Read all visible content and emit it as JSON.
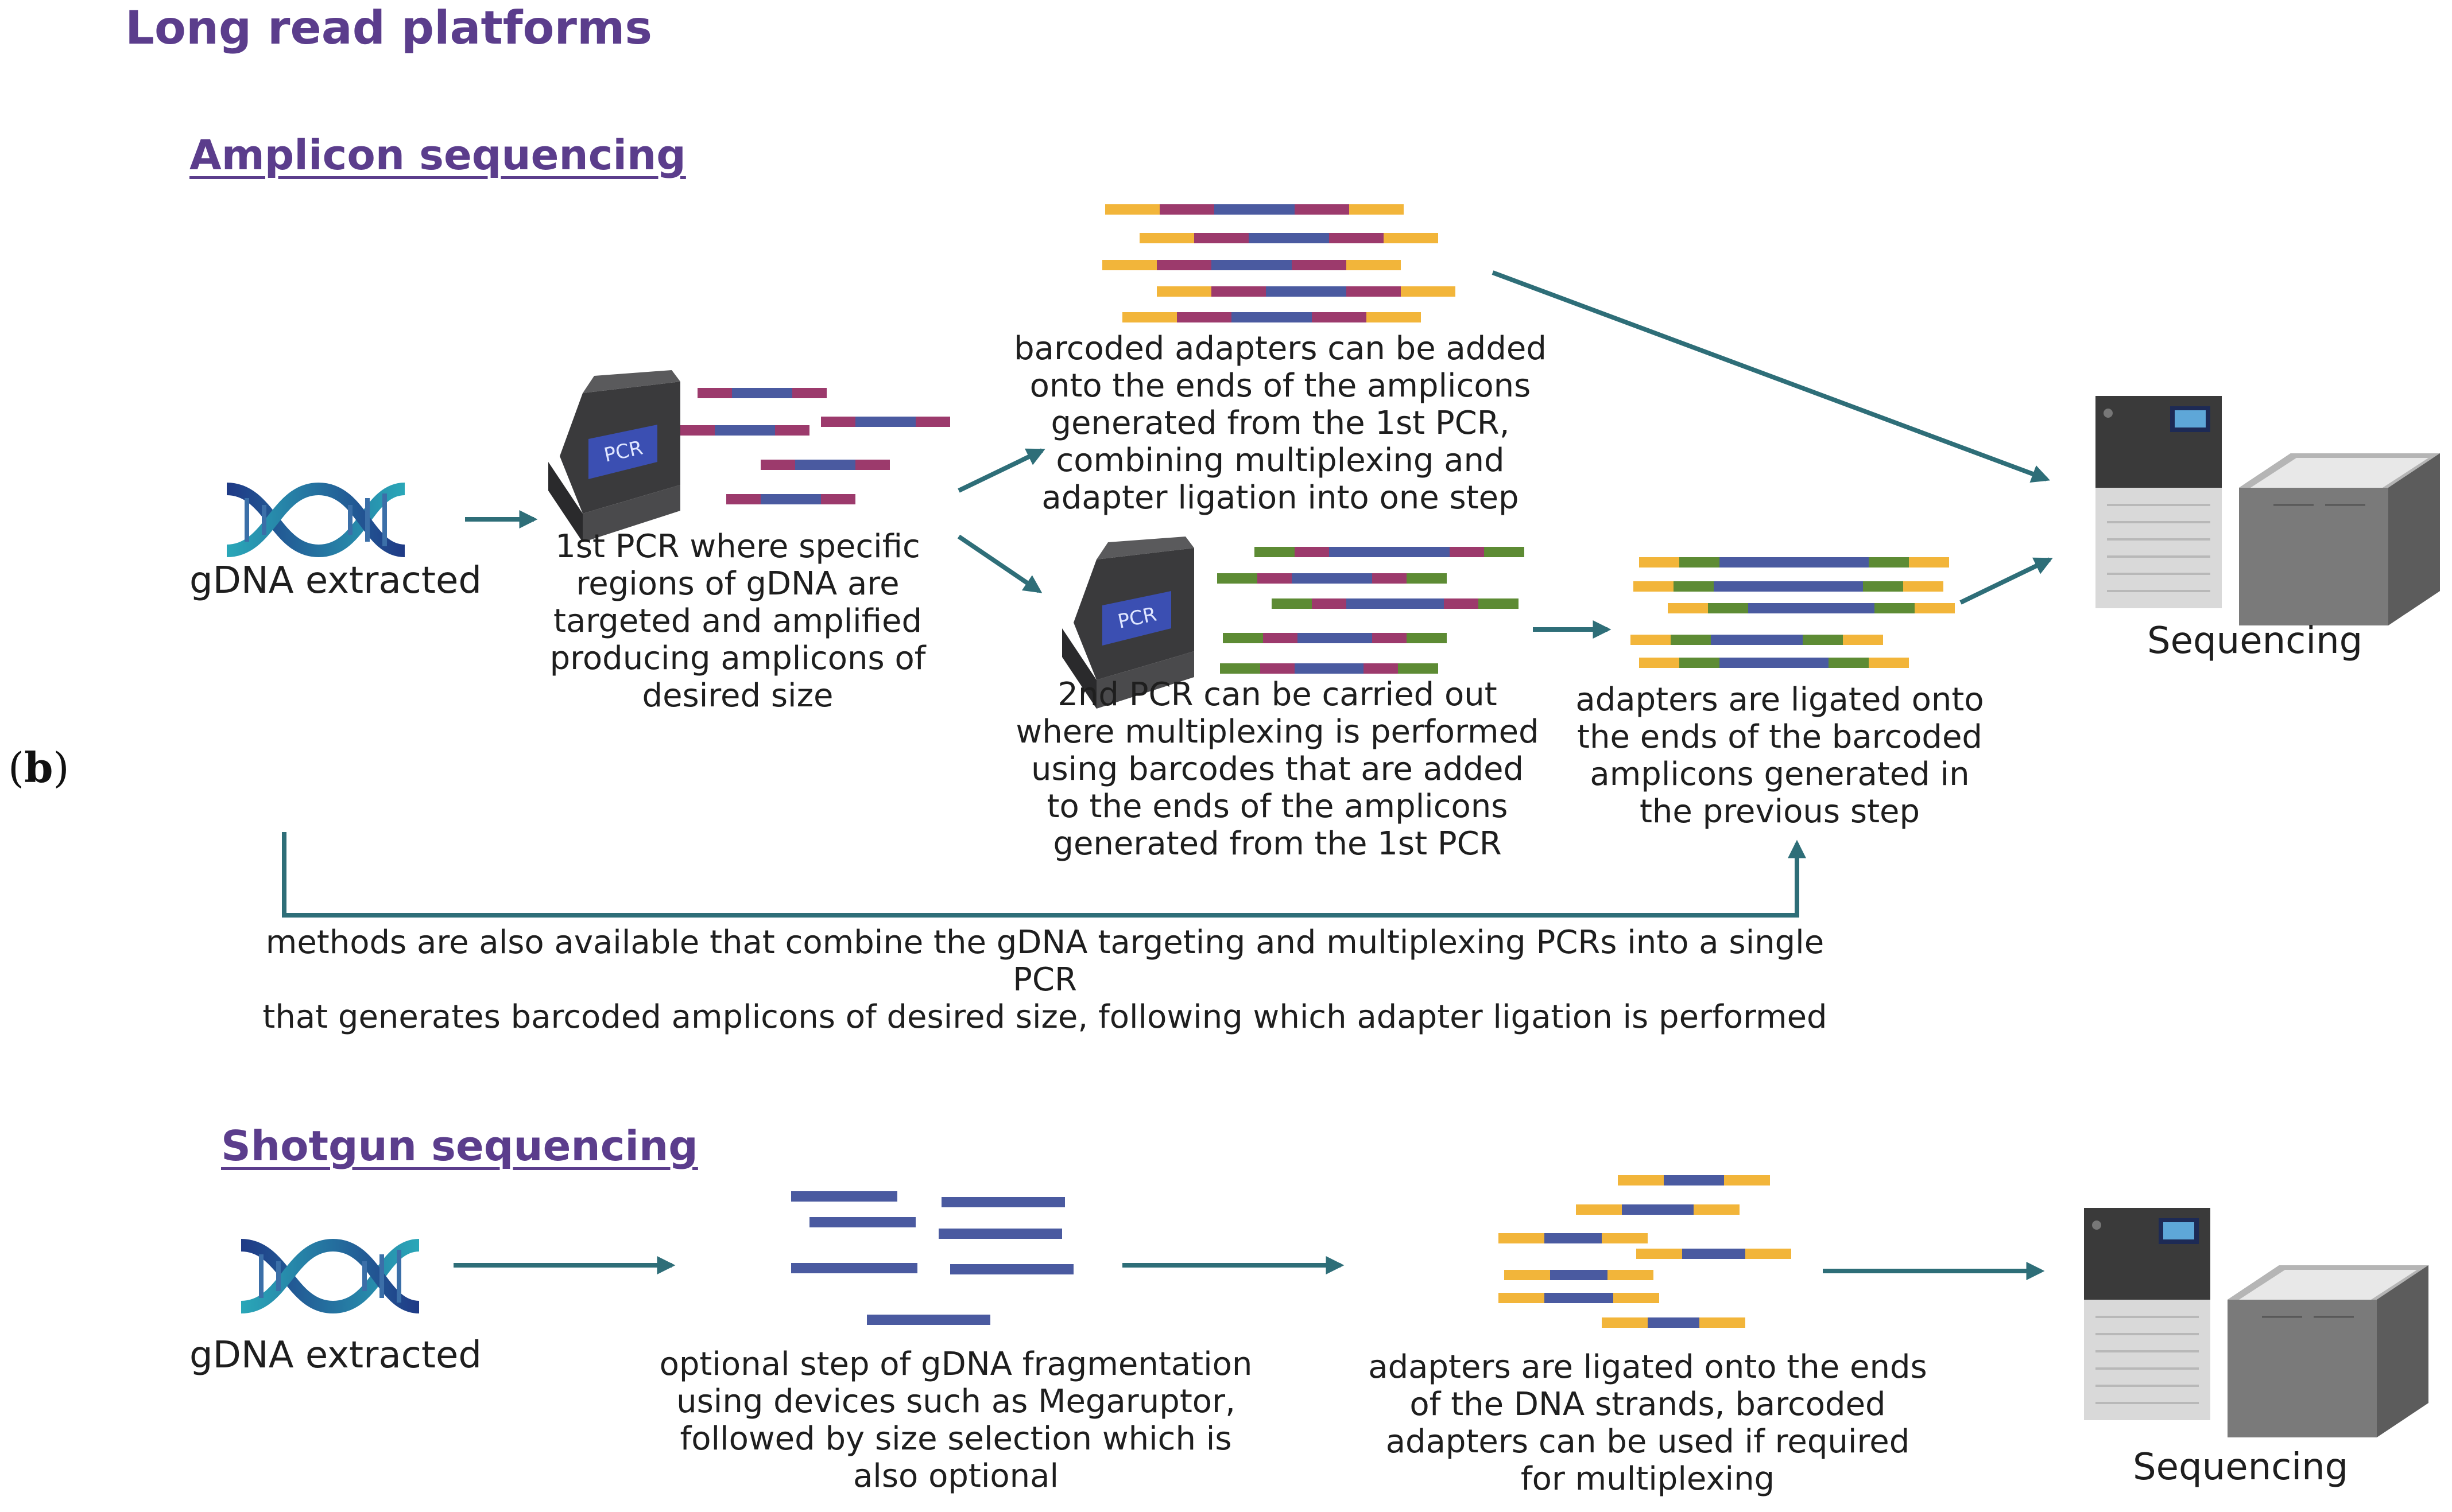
{
  "heading": "Long read platforms",
  "panel_label": "b",
  "amplicon": {
    "title": "Amplicon sequencing",
    "gdna_label": "gDNA extracted",
    "pcr1_caption": "1st PCR where specific\nregions of gDNA are\ntargeted and amplified\nproducing amplicons of\ndesired size",
    "barcoded_adapter_caption": "barcoded adapters can be added\nonto the ends of the amplicons\ngenerated from the 1st PCR,\ncombining multiplexing and\nadapter ligation into one step",
    "pcr2_caption": "2nd PCR can be carried out\nwhere multiplexing is performed\nusing barcodes that are added\nto the ends of the amplicons\ngenerated from the 1st PCR",
    "ligation_caption": "adapters are ligated onto\nthe ends of the barcoded\namplicons generated in\nthe previous step",
    "sequencing_label": "Sequencing",
    "combined_caption": "methods are also available that combine the gDNA targeting and multiplexing PCRs into a single PCR\nthat generates barcoded amplicons of desired size, following which adapter ligation is performed",
    "pcr_machine_text": "PCR"
  },
  "shotgun": {
    "title": "Shotgun sequencing",
    "gdna_label": "gDNA extracted",
    "fragmentation_caption": "optional step of gDNA fragmentation\nusing devices such as Megaruptor,\nfollowed by size selection which is\nalso optional",
    "ligation_caption": "adapters are ligated onto the ends\nof the DNA strands, barcoded\nadapters can be used if required\nfor multiplexing",
    "sequencing_label": "Sequencing"
  },
  "colors": {
    "heading": "#5b3d8c",
    "arrow": "#2e6e78",
    "dna_strand": "#4a5aa0",
    "barcode": "#9c3a6c",
    "adapter": "#f2b53a",
    "barcode_alt": "#5d8b34",
    "dna_helix_a": "#27458f",
    "dna_helix_b": "#2aa7b8"
  }
}
